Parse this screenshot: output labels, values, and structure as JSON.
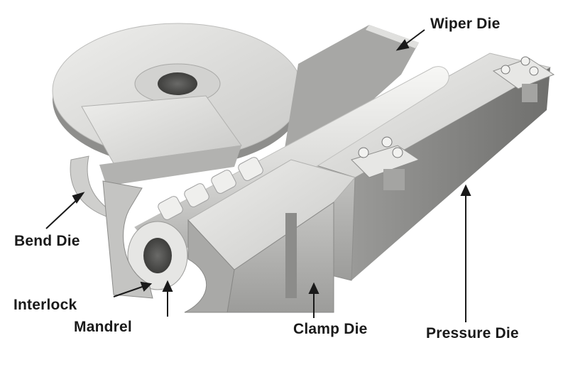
{
  "labels": {
    "wiper_die": "Wiper Die",
    "bend_die": "Bend Die",
    "interlock": "Interlock",
    "mandrel": "Mandrel",
    "clamp_die": "Clamp Die",
    "pressure_die": "Pressure Die"
  },
  "colors": {
    "background": "#ffffff",
    "metal_light": "#e4e4e2",
    "metal_mid": "#b9b9b7",
    "metal_dark": "#7d7d7b",
    "label_text": "#1a1a1a"
  }
}
